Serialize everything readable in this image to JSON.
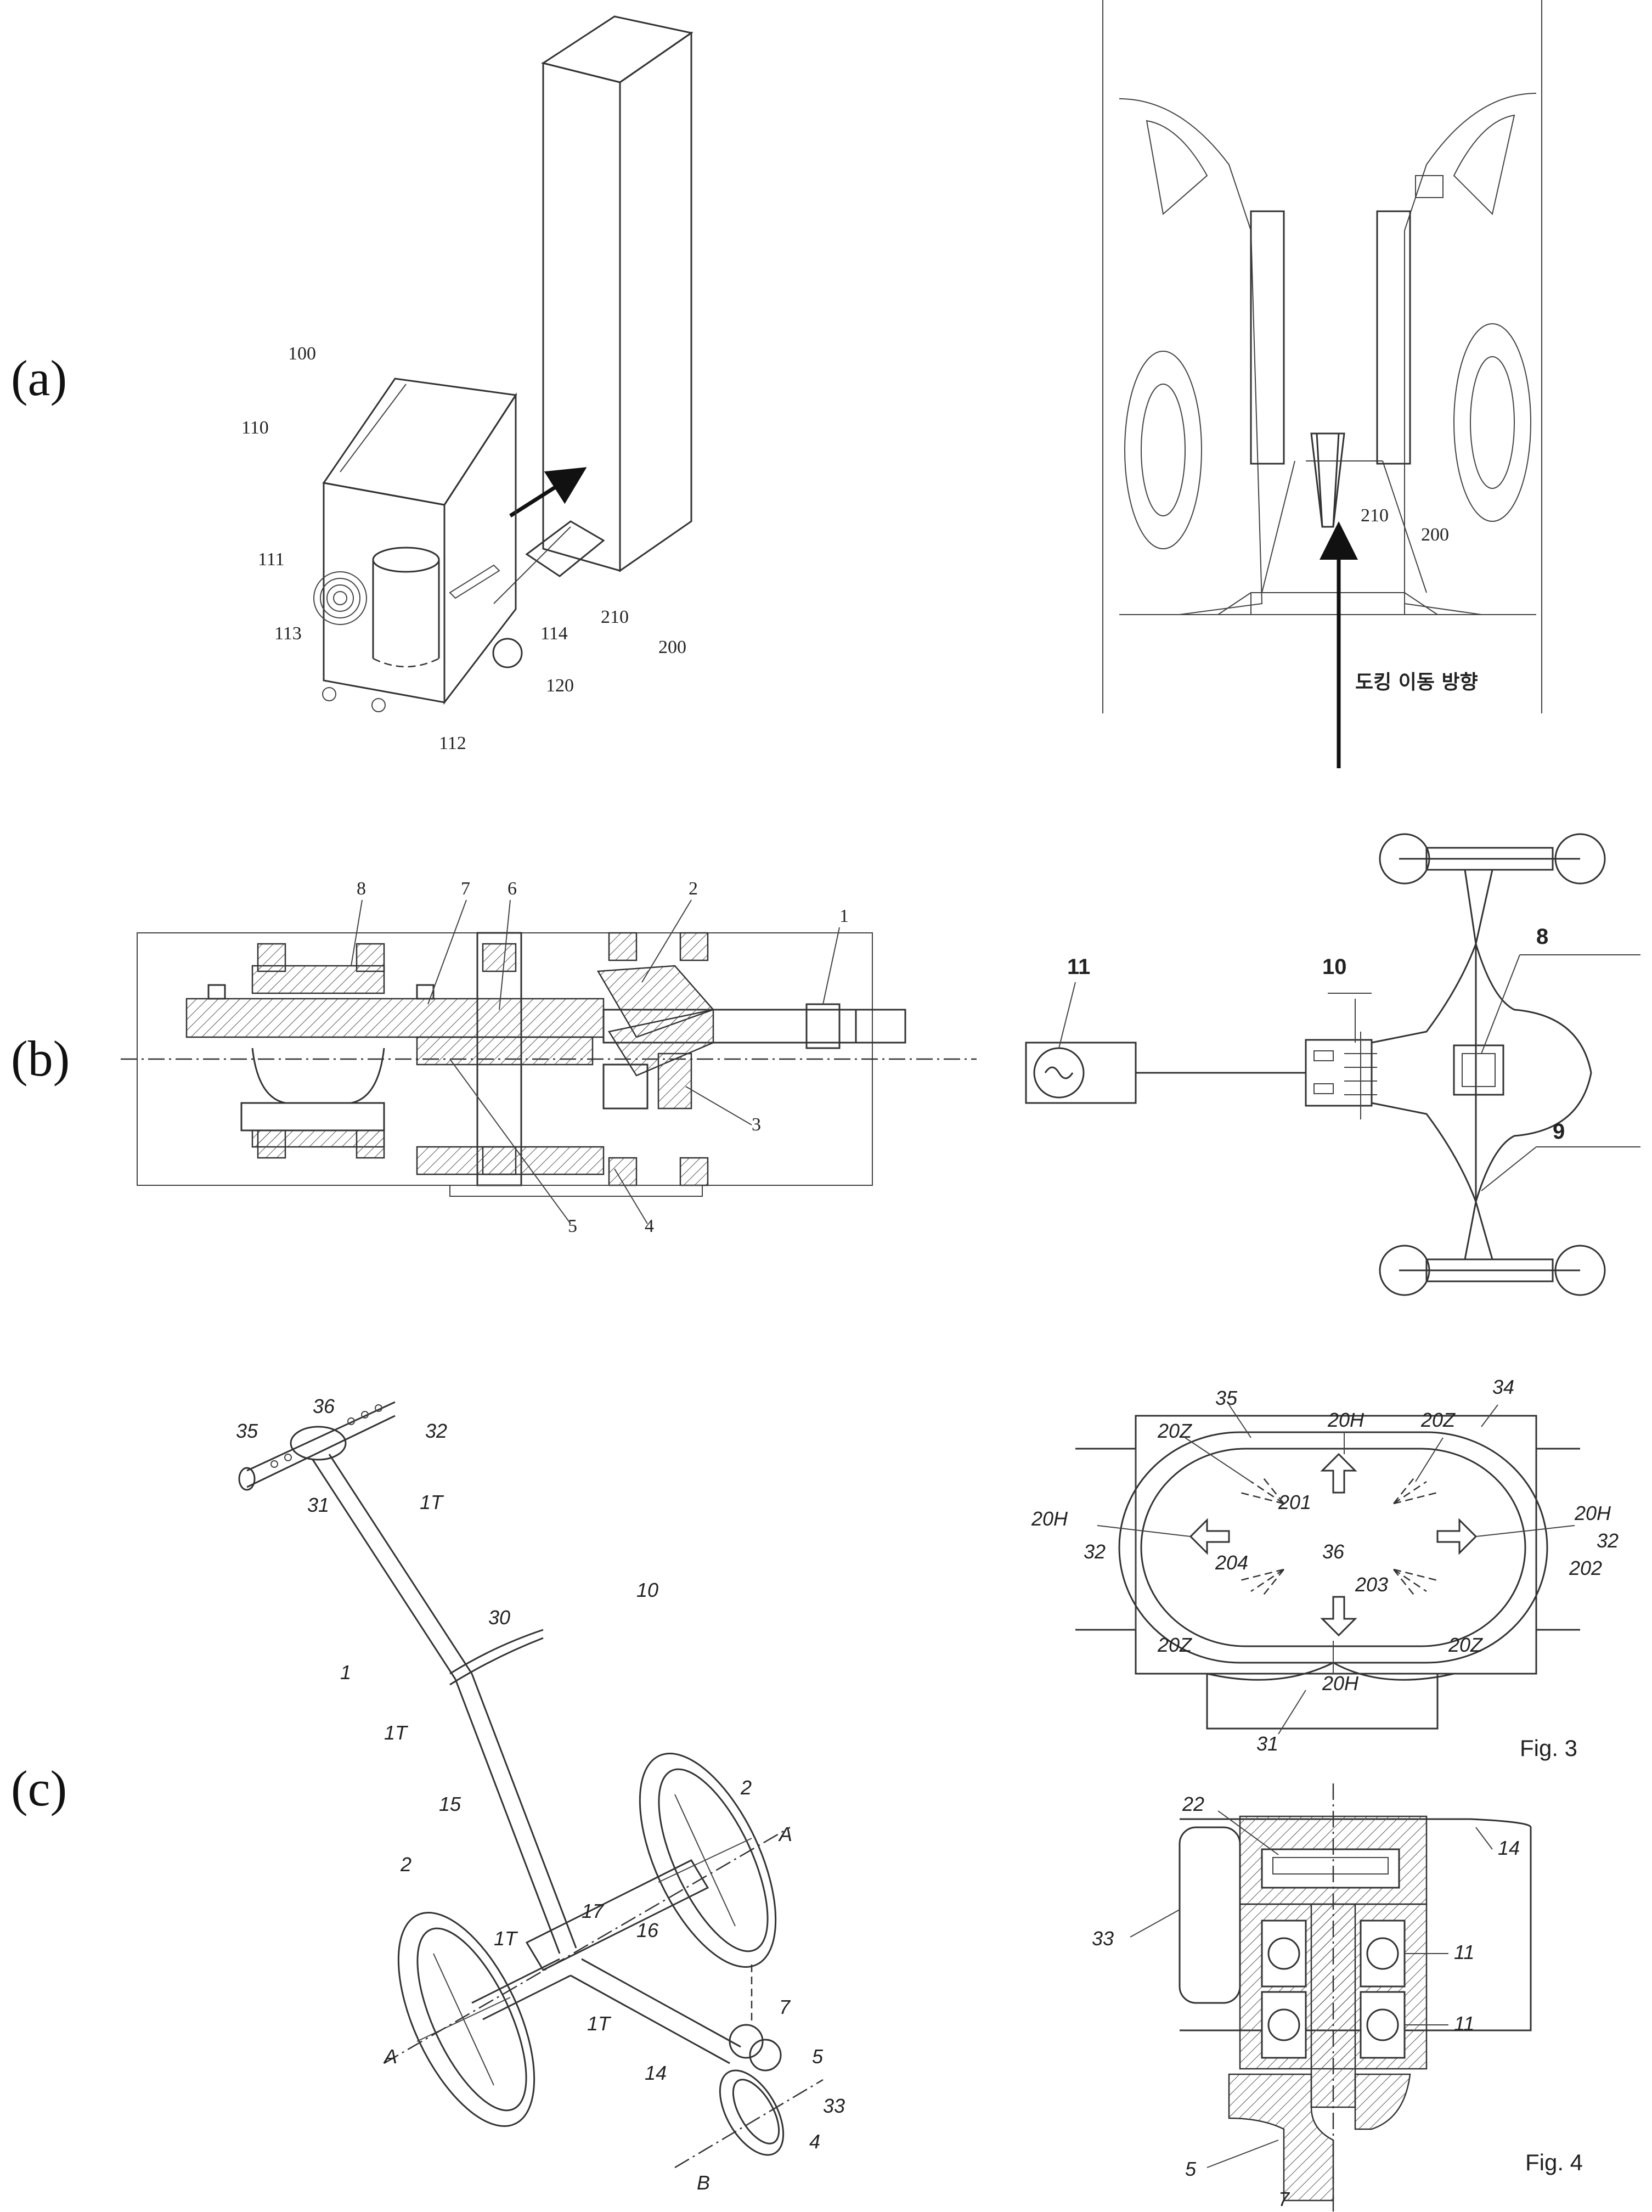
{
  "row_labels": {
    "a": "(a)",
    "b": "(b)",
    "c": "(c)"
  },
  "panel_a_left": {
    "refs": [
      "100",
      "110",
      "111",
      "113",
      "112",
      "114",
      "120",
      "210",
      "200"
    ]
  },
  "panel_a_right": {
    "refs": [
      "210",
      "200"
    ],
    "direction_caption": "도킹 이동 방향"
  },
  "panel_b_left": {
    "refs": [
      "8",
      "7",
      "6",
      "2",
      "1",
      "3",
      "4",
      "5"
    ]
  },
  "panel_b_right": {
    "refs": [
      "11",
      "10",
      "8",
      "9"
    ]
  },
  "panel_c_left": {
    "refs": [
      "36",
      "35",
      "32",
      "31",
      "1T",
      "30",
      "10",
      "1",
      "1T",
      "15",
      "2",
      "A",
      "17",
      "2",
      "1T",
      "16",
      "1T",
      "7",
      "A",
      "14",
      "5",
      "33",
      "4",
      "B"
    ]
  },
  "panel_c_right_top": {
    "refs": [
      "35",
      "34",
      "20H",
      "20Z",
      "20Z",
      "20H",
      "20H",
      "201",
      "32",
      "32",
      "204",
      "36",
      "202",
      "203",
      "20Z",
      "20Z",
      "20H",
      "31"
    ],
    "figure_caption": "Fig. 3"
  },
  "panel_c_right_bottom": {
    "refs": [
      "22",
      "14",
      "33",
      "11",
      "11",
      "5",
      "7"
    ],
    "figure_caption": "Fig. 4"
  }
}
